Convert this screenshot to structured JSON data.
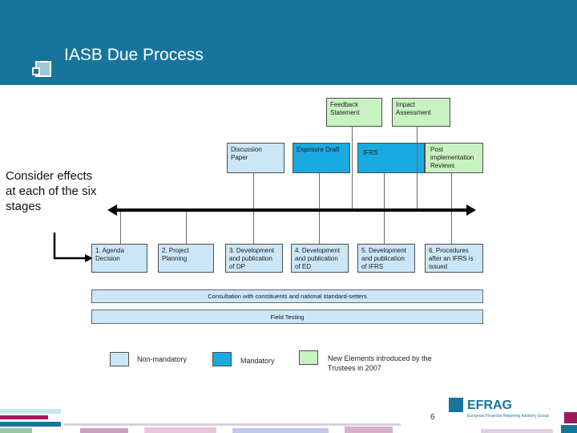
{
  "header": {
    "title": "IASB Due Process"
  },
  "side_note": "Consider effects at each of the six stages",
  "top_boxes": {
    "feedback": "Feedback Statement",
    "impact": "Impact Assessment",
    "discussion": "Discussion Paper",
    "exposure": "Exposure Draft",
    "ifrs": "IFRS",
    "post": "Post implementation Reviews"
  },
  "stages": [
    "1. Agenda Decision",
    "2. Project Planning",
    "3. Development and publication of DP",
    "4. Development and publication of ED",
    "5. Development and publication of IFRS",
    "6. Procedures after an IFRS is issued"
  ],
  "bands": {
    "consultation": "Consultation with constituents and national standard-setters",
    "field_testing": "Field Testing"
  },
  "legend": {
    "non_mandatory": "Non-mandatory",
    "mandatory": "Mandatory",
    "new_elements": "New Elements introduced by the Trustees in 2007"
  },
  "colors": {
    "header": "#17759c",
    "non_mandatory": "#cbe7f7",
    "mandatory": "#1ba9e1",
    "new_elements": "#c8f2c1"
  },
  "logo": {
    "name": "EFRAG",
    "tagline": "European Financial Reporting Advisory Group"
  },
  "page_number": "6"
}
